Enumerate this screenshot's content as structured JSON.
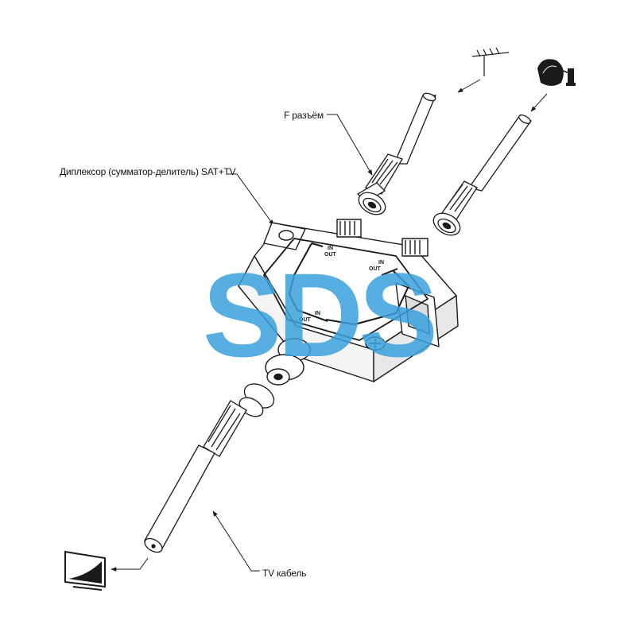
{
  "labels": {
    "f_connector": "F разъём",
    "diplexer": "Диплексор (сумматор-делитель) SAT+TV",
    "tv_cable": "TV кабель"
  },
  "port_marks": {
    "in": "IN",
    "out": "OUT"
  },
  "watermark": "SDS",
  "colors": {
    "line": "#1a1a1a",
    "watermark": "#3aa0da"
  },
  "icons": {
    "terrestrial": "antenna-icon",
    "satellite": "satellite-dish-icon",
    "tv": "tv-icon"
  }
}
